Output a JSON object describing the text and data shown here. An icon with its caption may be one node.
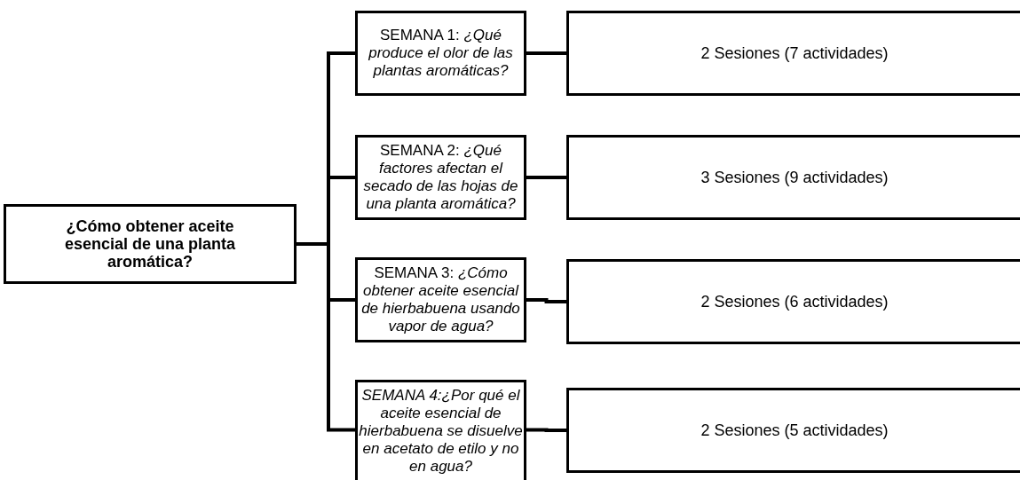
{
  "diagram": {
    "nodes": [
      {
        "text": [
          "¿Cómo obtener aceite esencial de una planta aromática?"
        ]
      },
      {
        "text": [
          "SEMANA 1: *¿Qué produce el olor de las plantas aromáticas?*"
        ]
      },
      {
        "text": [
          "2 Sesiones (7 actividades)"
        ]
      },
      {
        "text": [
          "SEMANA 2: *¿Qué factores afectan el secado de las hojas de una planta aromática?*"
        ]
      },
      {
        "text": [
          "3 Sesiones (9 actividades)"
        ]
      },
      {
        "text": [
          "SEMANA 3: *¿Cómo obtener aceite esencial de hierbabuena usando vapor de agua?*"
        ]
      },
      {
        "text": [
          "2 Sesiones (6 actividades)"
        ]
      },
      {
        "text": [
          "SEMANA 4:¿Por qué el aceite esencial de hierbabuena se disuelve en acetato de etilo y no en agua?"
        ]
      },
      {
        "text": [
          "2 Sesiones (5 actividades)"
        ]
      }
    ],
    "edges": [
      {
        "from": 0,
        "to": 1,
        "arrow": "none"
      },
      {
        "from": 0,
        "to": 3,
        "arrow": "none"
      },
      {
        "from": 0,
        "to": 5,
        "arrow": "none"
      },
      {
        "from": 0,
        "to": 7,
        "arrow": "none"
      },
      {
        "from": 1,
        "to": 2,
        "arrow": "none"
      },
      {
        "from": 3,
        "to": 4,
        "arrow": "none"
      },
      {
        "from": 5,
        "to": 6,
        "arrow": "none"
      },
      {
        "from": 7,
        "to": 8,
        "arrow": "none"
      }
    ]
  }
}
